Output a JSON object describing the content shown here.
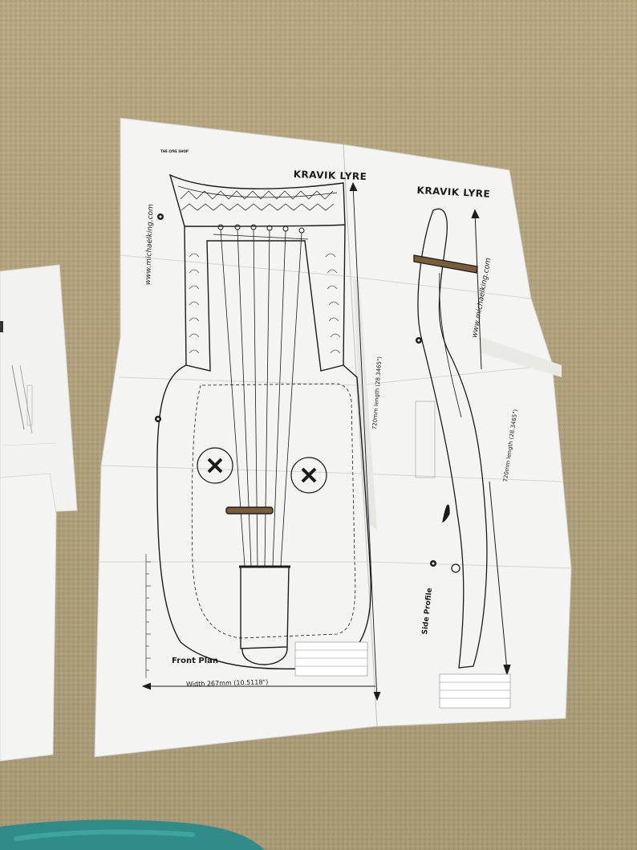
{
  "photo": {
    "colors": {
      "carpet": "#b6a681",
      "paper": "#f4f4f2",
      "ink": "#1c1c1c",
      "teal_rug": "#2f8c88"
    },
    "sheet": {
      "title_front": "KRAVIK LYRE",
      "title_side": "KRAVIK LYRE",
      "front_label": "Front Plan",
      "width_label": "Width 267mm (10.5118\")",
      "side_label": "Side Profile",
      "website_front": "www.michaelking.com",
      "website_side": "www.michaelking.com",
      "length_front": "720mm length (28.3465\")",
      "length_side": "720mm length (28.3465\")",
      "shop_name": "THE LYRE SHOP"
    }
  }
}
